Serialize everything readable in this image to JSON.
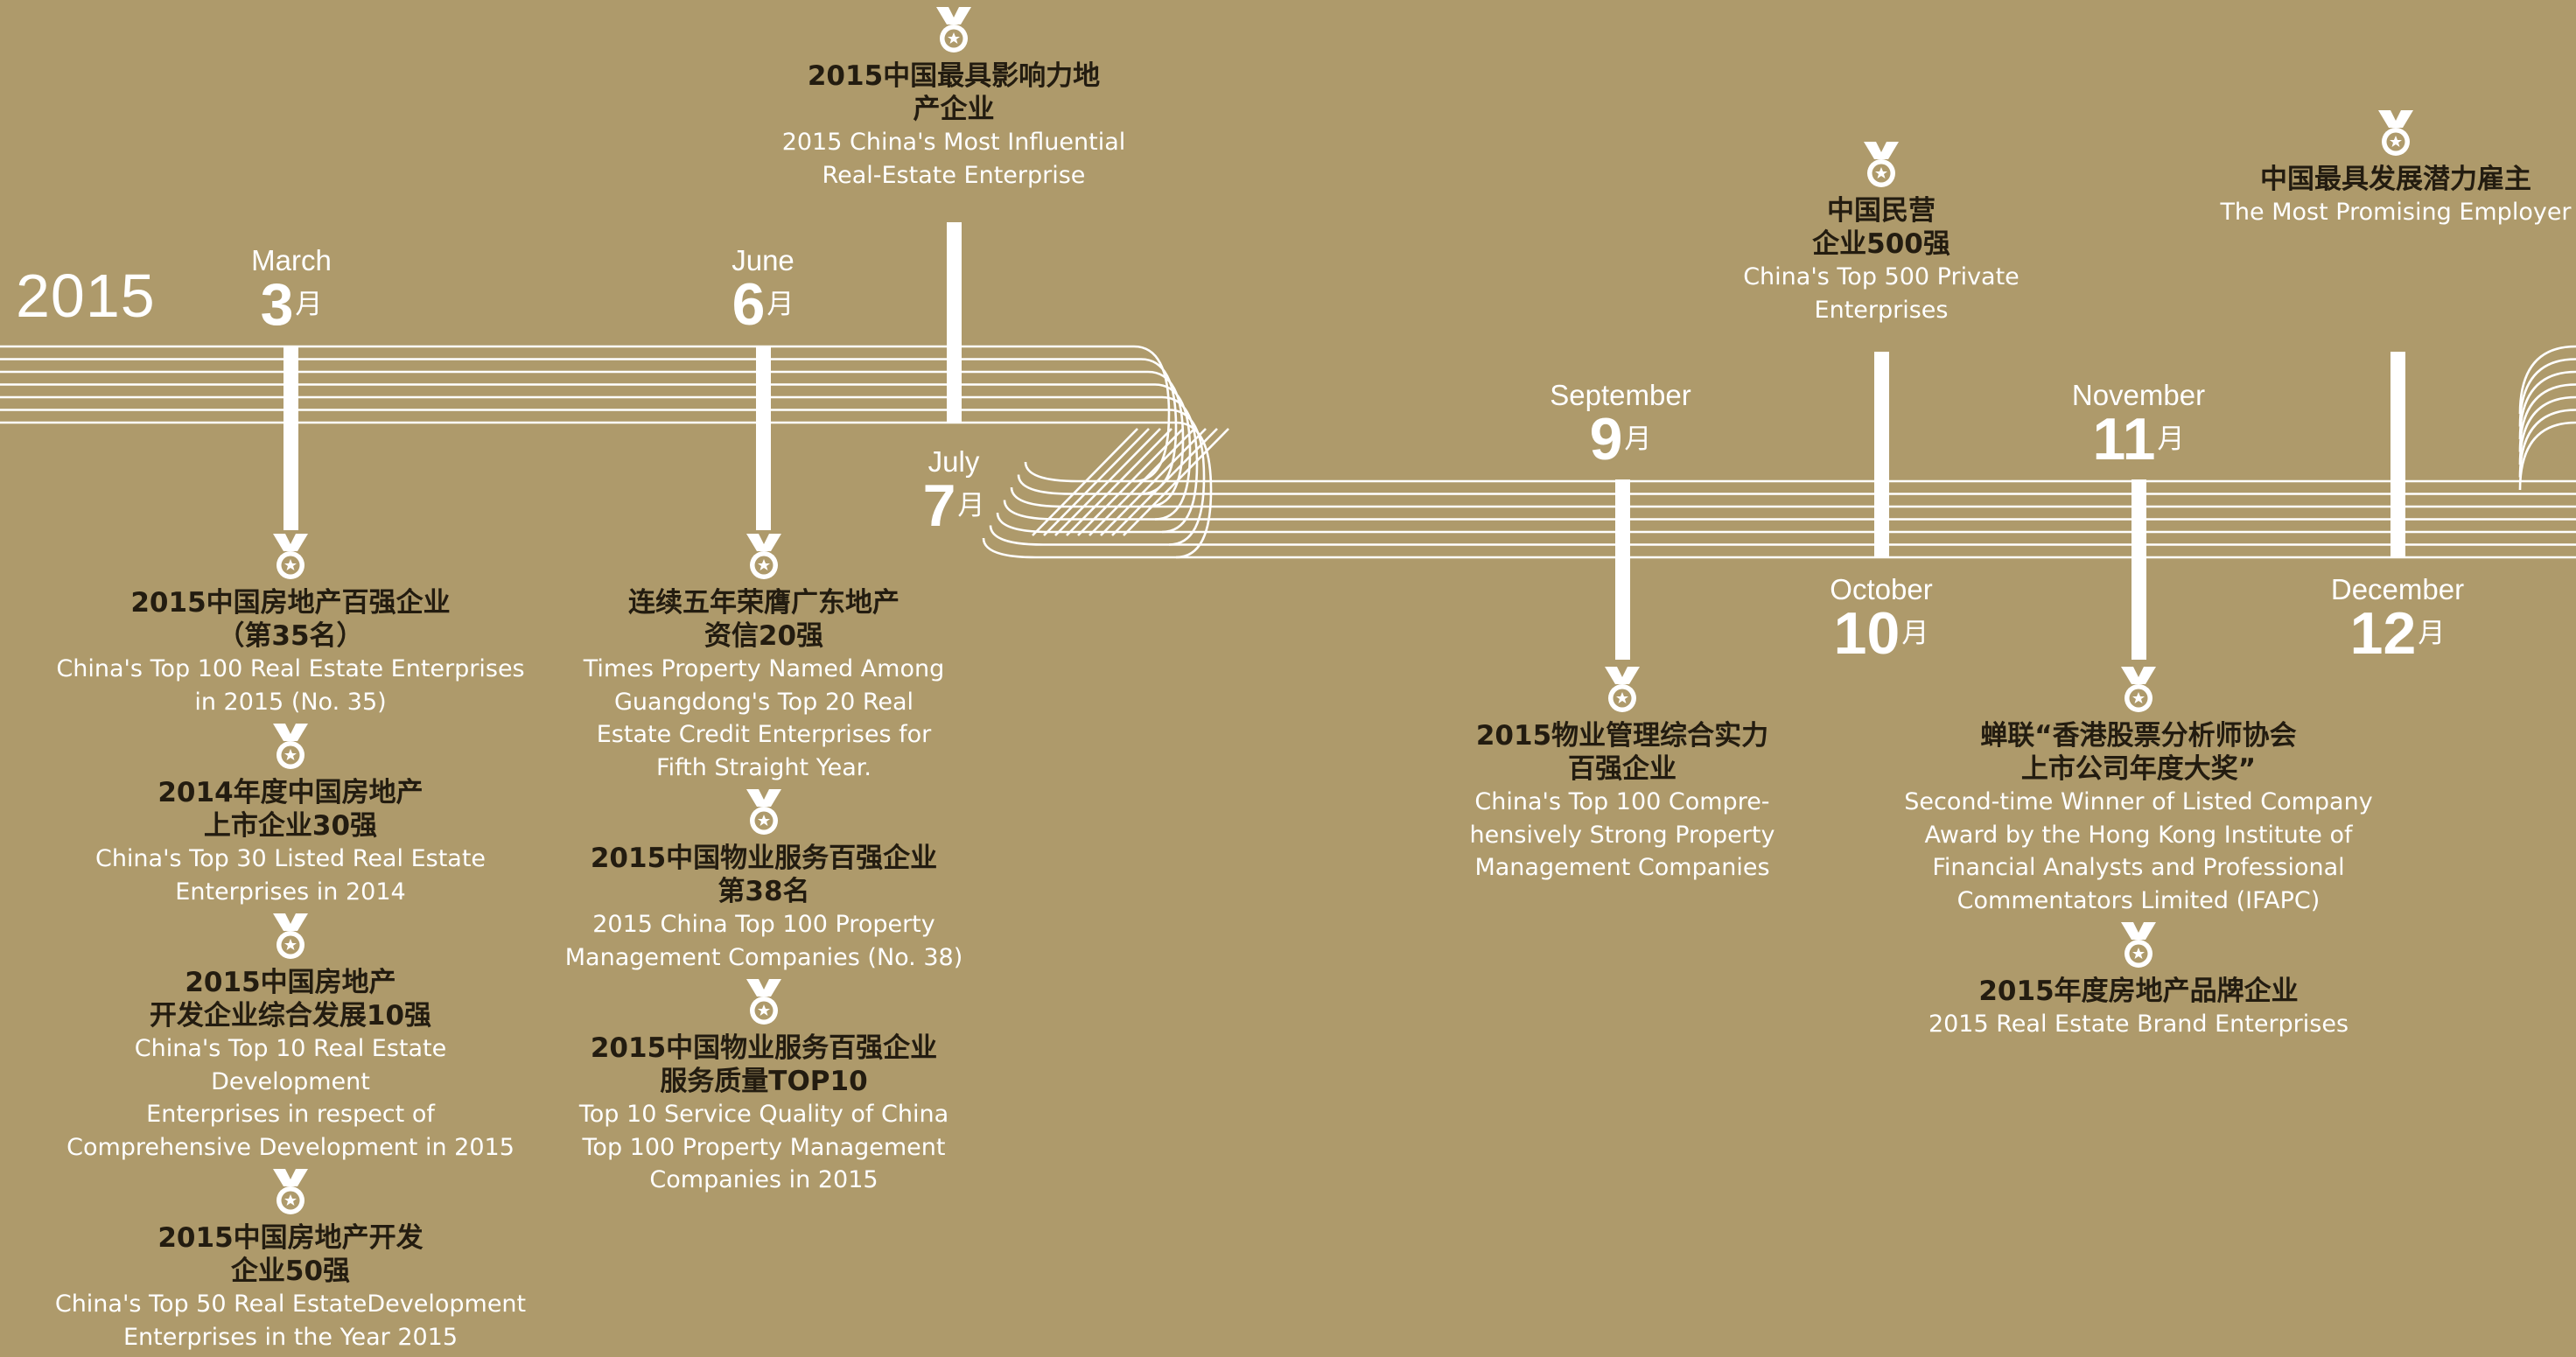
{
  "year": "2015",
  "month_char": "月",
  "months": [
    {
      "key": "mar",
      "name": "March",
      "num": "3"
    },
    {
      "key": "jun",
      "name": "June",
      "num": "6"
    },
    {
      "key": "jul",
      "name": "July",
      "num": "7"
    },
    {
      "key": "sep",
      "name": "September",
      "num": "9"
    },
    {
      "key": "oct",
      "name": "October",
      "num": "10"
    },
    {
      "key": "nov",
      "name": "November",
      "num": "11"
    },
    {
      "key": "dec",
      "name": "December",
      "num": "12"
    }
  ],
  "awards": {
    "march": [
      {
        "cn": "2015中国房地产百强企业\n（第35名）",
        "en": "China's Top 100 Real Estate Enterprises\nin 2015 (No. 35)"
      },
      {
        "cn": "2014年度中国房地产\n上市企业30强",
        "en": "China's Top 30 Listed Real Estate\nEnterprises in 2014"
      },
      {
        "cn": "2015中国房地产\n开发企业综合发展10强",
        "en": "China's Top 10 Real Estate Development\nEnterprises in respect of\nComprehensive Development in 2015"
      },
      {
        "cn": "2015中国房地产开发\n企业50强",
        "en": "China's Top 50 Real EstateDevelopment\nEnterprises in  the Year 2015"
      }
    ],
    "june": [
      {
        "cn": "连续五年荣膺广东地产\n资信20强",
        "en": "Times Property Named Among\nGuangdong's Top 20 Real\nEstate Credit Enterprises for\nFifth Straight Year."
      },
      {
        "cn": "2015中国物业服务百强企业\n第38名",
        "en": "2015 China Top 100 Property\nManagement Companies (No. 38)"
      },
      {
        "cn": "2015中国物业服务百强企业\n服务质量TOP10",
        "en": "Top 10 Service Quality of China\nTop 100 Property Management\nCompanies in 2015"
      }
    ],
    "july": [
      {
        "cn": "2015中国最具影响力地\n产企业",
        "en": "2015 China's Most Influential\nReal-Estate Enterprise"
      }
    ],
    "september": [
      {
        "cn": "2015物业管理综合实力\n百强企业",
        "en": "China's Top 100 Compre-\nhensively Strong Property\nManagement Companies"
      }
    ],
    "october": [
      {
        "cn": "中国民营\n企业500强",
        "en": "China's Top 500 Private\nEnterprises"
      }
    ],
    "november": [
      {
        "cn": "蝉联“香港股票分析师协会\n上市公司年度大奖”",
        "en": "Second-time Winner of Listed Company\nAward by the Hong Kong Institute of\nFinancial Analysts and Professional\nCommentators Limited (IFAPC)"
      },
      {
        "cn": "2015年度房地产品牌企业",
        "en": "2015 Real Estate Brand Enterprises"
      }
    ],
    "december": [
      {
        "cn": "中国最具发展潜力雇主",
        "en": "The Most Promising Employer"
      }
    ]
  },
  "colors": {
    "background": "#ae9a6b",
    "line": "#ffffff",
    "cn_text": "#231c10",
    "en_text": "#ffffff"
  },
  "icons": {
    "award": "medal-icon"
  }
}
